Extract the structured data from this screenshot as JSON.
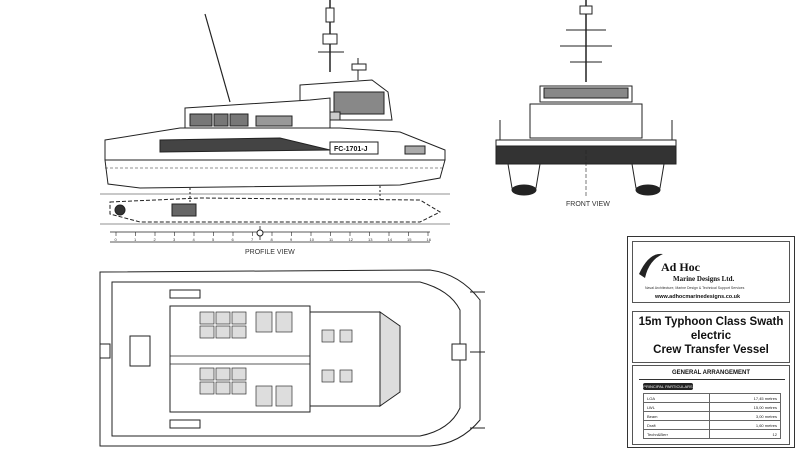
{
  "drawing": {
    "vessel_mark": "FC-1701-J",
    "profile_view_label": "PROFILE VIEW",
    "front_view_label": "FRONT VIEW",
    "profile_scale_ticks": [
      "0",
      "1",
      "2",
      "3",
      "4",
      "5",
      "6",
      "7",
      "8",
      "9",
      "10",
      "11",
      "12",
      "13",
      "14",
      "15",
      "16"
    ]
  },
  "title_block": {
    "company_name": "Ad Hoc",
    "company_suffix": "Marine Designs Ltd.",
    "tagline": "Naval Architecture, Marine Design & Technical Support Services",
    "website": "www.adhocmarinedesigns.co.uk",
    "vessel_title_line1": "15m Typhoon Class Swath",
    "vessel_title_line2": "electric",
    "vessel_title_line3": "Crew Transfer Vessel",
    "drawing_type": "GENERAL ARRANGEMENT",
    "specs_header": "PRINCIPAL PARTICULARS",
    "specs": [
      {
        "label": "LOA",
        "value": "17,45 metres"
      },
      {
        "label": "LWL",
        "value": "15,00 metres"
      },
      {
        "label": "Beam",
        "value": "3,00 metres"
      },
      {
        "label": "Draft",
        "value": "1,60 metres"
      },
      {
        "label": "Techn&Berr",
        "value": "12"
      }
    ]
  },
  "colors": {
    "line": "#222222",
    "hatch": "#555555",
    "paper": "#ffffff"
  }
}
